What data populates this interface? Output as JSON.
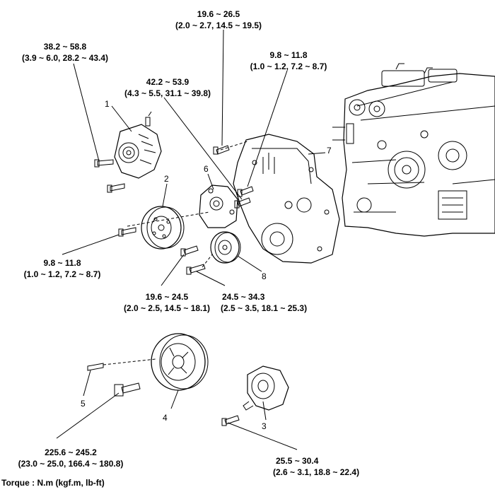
{
  "torques": {
    "alt_bolt": {
      "line1": "38.2 ~ 58.8",
      "line2": "(3.9 ~ 6.0, 28.2 ~ 43.4)"
    },
    "top_bolt": {
      "line1": "19.6 ~ 26.5",
      "line2": "(2.0 ~ 2.7, 14.5 ~ 19.5)"
    },
    "idler_top": {
      "line1": "9.8 ~ 11.8",
      "line2": "(1.0 ~ 1.2, 7.2 ~ 8.7)"
    },
    "bracket_bolt": {
      "line1": "42.2 ~ 53.9",
      "line2": "(4.3 ~ 5.5, 31.1 ~ 39.8)"
    },
    "pulley_bolt": {
      "line1": "9.8 ~ 11.8",
      "line2": "(1.0 ~ 1.2, 7.2 ~ 8.7)"
    },
    "mid_bolt": {
      "line1": "19.6 ~ 24.5",
      "line2": "(2.0 ~ 2.5, 14.5 ~ 18.1)"
    },
    "idler_bolt": {
      "line1": "24.5 ~ 34.3",
      "line2": "(2.5 ~ 3.5, 18.1 ~ 25.3)"
    },
    "crank_bolt": {
      "line1": "225.6 ~ 245.2",
      "line2": "(23.0 ~ 25.0, 166.4 ~ 180.8)"
    },
    "tensioner_bolt": {
      "line1": "25.5 ~ 30.4",
      "line2": "(2.6 ~ 3.1, 18.8 ~ 22.4)"
    }
  },
  "callouts": {
    "c1": "1",
    "c2": "2",
    "c3": "3",
    "c4": "4",
    "c5": "5",
    "c6": "6",
    "c7": "7",
    "c8": "8"
  },
  "footer": "Torque : N.m (kgf.m, lb-ft)"
}
